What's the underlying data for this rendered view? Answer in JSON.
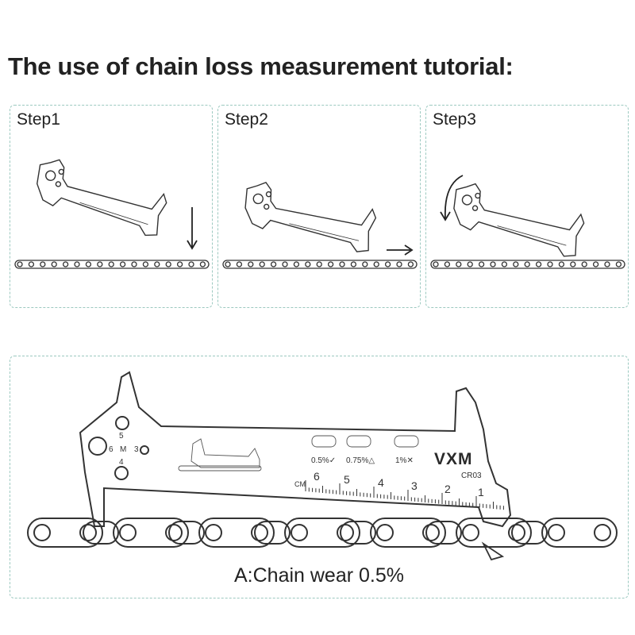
{
  "title": "The use of chain loss measurement tutorial:",
  "steps": [
    {
      "label": "Step1"
    },
    {
      "label": "Step2"
    },
    {
      "label": "Step3"
    }
  ],
  "tool": {
    "brand": "VXM",
    "model": "CR03",
    "unit": "CM",
    "wear_marks": [
      "0.5%✓",
      "0.75%△",
      "1%✕"
    ],
    "hole_labels": [
      "5",
      "6",
      "M",
      "3",
      "4"
    ],
    "scale_numbers": [
      "6",
      "5",
      "4",
      "3",
      "2",
      "1"
    ]
  },
  "caption": "A:Chain wear 0.5%",
  "colors": {
    "border": "#9cc9c0",
    "line": "#333333"
  }
}
